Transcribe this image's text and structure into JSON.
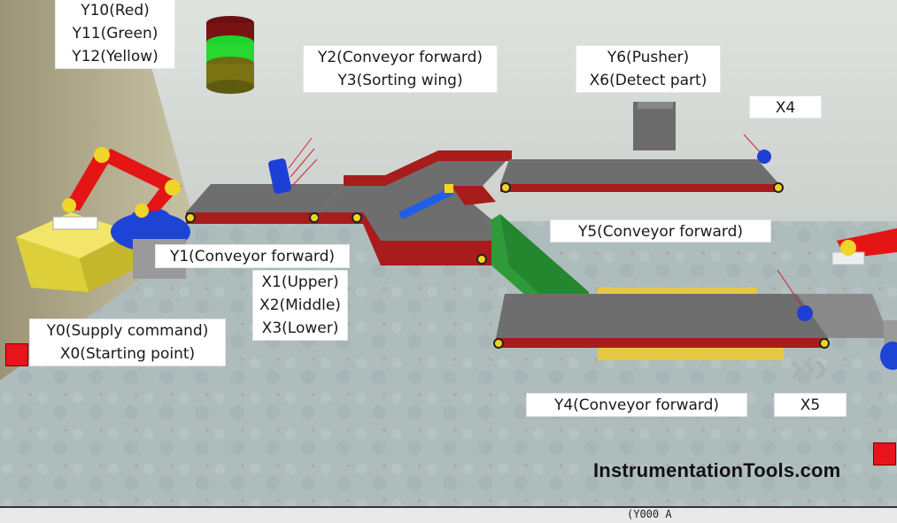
{
  "tower_label": {
    "lines": [
      "Y10(Red)",
      "Y11(Green)",
      "Y12(Yellow)"
    ]
  },
  "sorter_label": {
    "lines": [
      "Y2(Conveyor forward)",
      "Y3(Sorting wing)"
    ]
  },
  "pusher_label": {
    "lines": [
      "Y6(Pusher)",
      "X6(Detect part)"
    ]
  },
  "x4_label": "X4",
  "y5_label": "Y5(Conveyor forward)",
  "y1_label": "Y1(Conveyor forward)",
  "sensors_label": {
    "lines": [
      "X1(Upper)",
      "X2(Middle)",
      "X3(Lower)"
    ]
  },
  "supply_label": {
    "lines": [
      "Y0(Supply command)",
      "X0(Starting point)"
    ]
  },
  "y4_label": "Y4(Conveyor forward)",
  "x5_label": "X5",
  "watermark": "InstrumentationTools.com",
  "status_text": "(Y000  A",
  "colors": {
    "belt": "#6e6e6e",
    "frame": "#a81c1c",
    "robot": "#e31515",
    "sensor_blue": "#1e3fd6",
    "slide_green": "#2f9a3a",
    "indicator_red": "#e8141c"
  }
}
